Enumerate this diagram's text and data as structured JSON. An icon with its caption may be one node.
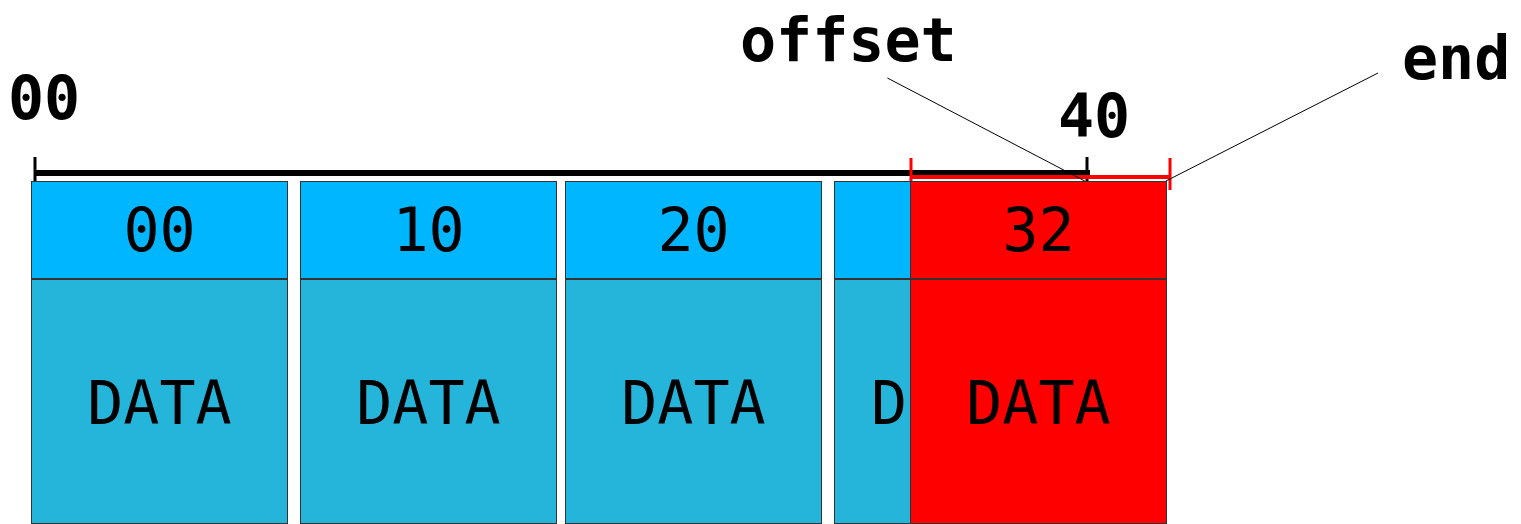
{
  "diagram": {
    "nodes": [
      {
        "text": [
          "00",
          "DATA"
        ]
      },
      {
        "text": [
          "10",
          "DATA"
        ]
      },
      {
        "text": [
          "20",
          "DATA"
        ]
      },
      {
        "text": [
          "D"
        ]
      },
      {
        "text": [
          "32",
          "DATA"
        ]
      },
      {
        "text": [
          "offset"
        ]
      },
      {
        "text": [
          "end"
        ]
      }
    ],
    "edges": [
      {
        "from": 5,
        "to": 4,
        "arrow": "none"
      },
      {
        "from": 6,
        "to": 4,
        "arrow": "none"
      }
    ],
    "labels": [
      "00",
      "40"
    ]
  }
}
